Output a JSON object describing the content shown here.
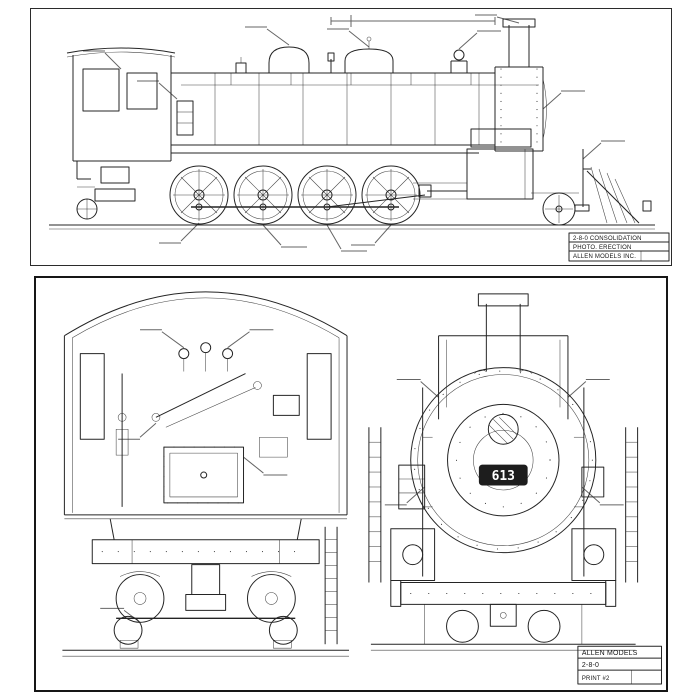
{
  "page": {
    "background": "#ffffff",
    "ink": "#242424",
    "description": "Blueprint sheet: 2-8-0 Consolidation steam locomotive, side elevation (top) and rear/front elevations (bottom)"
  },
  "top_panel": {
    "view": "side-elevation",
    "title_block": {
      "line1": "2-8-0 CONSOLIDATION",
      "line2": "PHOTO. ERECTION",
      "line3": "ALLEN MODELS INC."
    }
  },
  "bottom_panel": {
    "views": [
      "rear-elevation",
      "front-elevation"
    ],
    "locomotive_number": "613",
    "title_block": {
      "company": "ALLEN MODELS",
      "model": "2-8-0",
      "print": "PRINT #2"
    }
  }
}
